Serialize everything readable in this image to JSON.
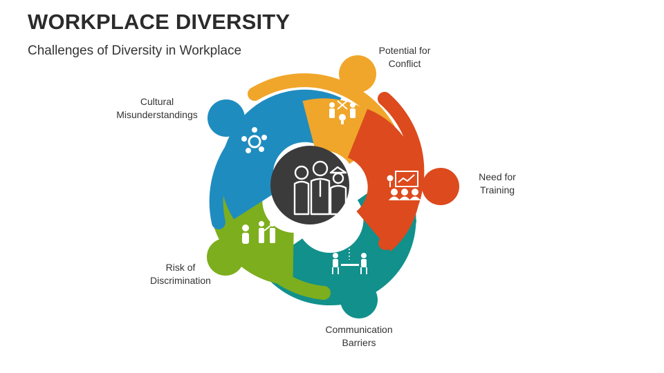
{
  "title": "WORKPLACE DIVERSITY",
  "subtitle": "Challenges of Diversity in Workplace",
  "colors": {
    "orange": "#F0A62A",
    "red": "#DC4A1E",
    "teal": "#11908C",
    "green": "#7DAE1E",
    "blue": "#1F8CC0",
    "center": "#3B3B3B"
  },
  "segments": [
    {
      "line1": "Potential for",
      "line2": "Conflict",
      "icon": "conflict-icon"
    },
    {
      "line1": "Need for",
      "line2": "Training",
      "icon": "training-icon"
    },
    {
      "line1": "Communication",
      "line2": "Barriers",
      "icon": "communication-icon"
    },
    {
      "line1": "Risk of",
      "line2": "Discrimination",
      "icon": "discrimination-icon"
    },
    {
      "line1": "Cultural",
      "line2": "Misunderstandings",
      "icon": "teamwork-icon"
    }
  ],
  "center_icon": "diverse-people-icon"
}
